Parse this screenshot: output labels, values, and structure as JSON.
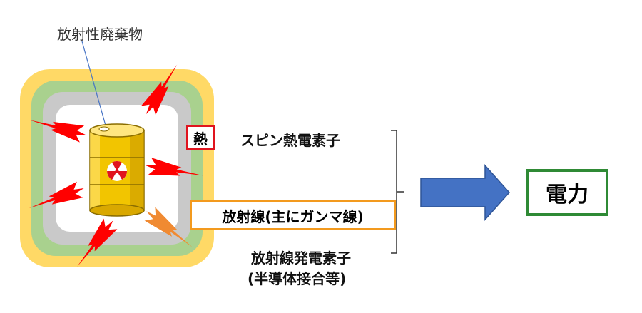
{
  "labels": {
    "waste": "放射性廃棄物",
    "heat": "熱",
    "spin_device": "スピン熱電素子",
    "radiation": "放射線(主にガンマ線)",
    "radiation_device": "放射線発電素子",
    "radiation_device_examples": "(半導体接合等)",
    "power": "電力"
  },
  "colors": {
    "outer_layer": "#ffd966",
    "middle_layer": "#a9d18e",
    "inner_layer": "#c9c9c9",
    "drum": "#f2c500",
    "heat_arrow": "#ff0000",
    "radiation_arrow": "#f08a32",
    "heat_border": "#e0141e",
    "radiation_border": "#f39a1e",
    "big_arrow": "#4472c4",
    "power_border": "#2f8a35"
  }
}
